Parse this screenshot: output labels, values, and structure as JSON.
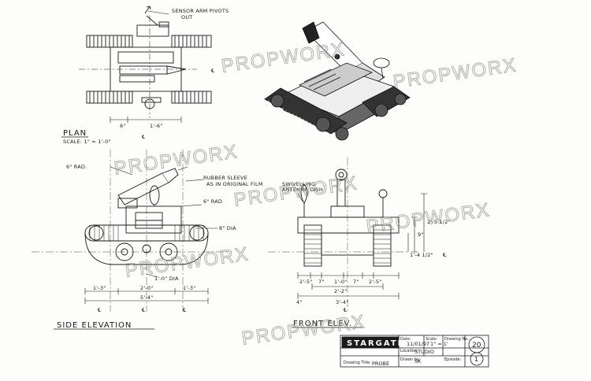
{
  "notes": {
    "sensor_arm": "SENSOR ARM PIVOTS",
    "sensor_arm_2": "OUT",
    "rubber_sleeve_1": "RUBBER SLEEVE",
    "rubber_sleeve_2": "AS IN ORIGINAL FILM",
    "swivelling_1": "SWIVELLING",
    "swivelling_2": "ANTENNA DISH",
    "rad6_top": "6\" RAD.",
    "rad6_mid": "6\" RAD",
    "dia8": "8\" DIA",
    "dia10": "1'-0\" DIA"
  },
  "titles": {
    "plan": "PLAN",
    "scale": "SCALE: 1\" = 1'-0\"",
    "side": "SIDE ELEVATION",
    "front": "FRONT ELEV."
  },
  "plan_dims": {
    "a": "6\"",
    "b": "1'-6\""
  },
  "side_dims": {
    "a": "1'-3\"",
    "b": "2'-0\"",
    "c": "1'-3\"",
    "total": "5'-4\""
  },
  "front_dims": {
    "top": [
      "2'-5\"",
      "7\"",
      "1'-0\"",
      "7\"",
      "2'-5\""
    ],
    "mid": "2'-2\"",
    "total": "3'-4\"",
    "side_small": "4\"",
    "h1": "9\"",
    "h2": "2'-5 1/2\"",
    "h3": "1'-4 1/2\""
  },
  "centerline": "℄",
  "watermark": "PROPWORX",
  "title_block": {
    "logo": "STARGATE",
    "date_label": "Date:",
    "date_value": "11/01/97",
    "scale_label": "Scale:",
    "scale_value": "1\" = 1'",
    "drawing_no_label": "Drawing No.:",
    "drawing_no_value": "20",
    "sheet_value": "1",
    "location_label": "Location:",
    "location_value": "STUDIO",
    "drawn_label": "Drawn by:",
    "drawn_value": "SK",
    "episode_label": "Episode:",
    "title_label": "Drawing Title:",
    "title_value": "PROBE"
  }
}
